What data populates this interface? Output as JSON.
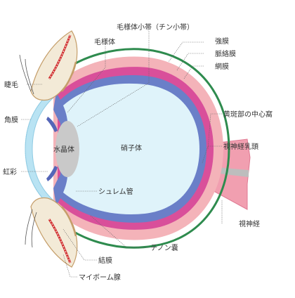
{
  "labels": {
    "ciliary_zonule": "毛様体小帯（チン小帯）",
    "ciliary_body": "毛様体",
    "sclera": "強膜",
    "choroid": "脈絡膜",
    "retina": "網膜",
    "eyelashes": "睫毛",
    "fovea": "黄斑部の中心窩",
    "cornea": "角膜",
    "lens": "水晶体",
    "vitreous": "硝子体",
    "optic_disc": "視神経乳頭",
    "iris": "虹彩",
    "schlemm_canal": "シュレム管",
    "optic_nerve": "視神経",
    "tenon_capsule": "テノン嚢",
    "conjunctiva": "結膜",
    "meibomian_gland": "マイボーム腺"
  },
  "colors": {
    "conjunctiva_outline": "#2e8b4e",
    "sclera": "#f4b3b9",
    "choroid": "#d94f9a",
    "retina": "#6a7fc8",
    "vitreous": "#dff3fa",
    "cornea": "#b9e3f3",
    "lens": "#c9c9c9",
    "eyelid": "#f3ead7",
    "eyelid_outline": "#c59e6a",
    "gland": "#cf2a2a",
    "optic_nerve": "#f19fb0",
    "optic_nerve_core": "#bdbdbd"
  }
}
